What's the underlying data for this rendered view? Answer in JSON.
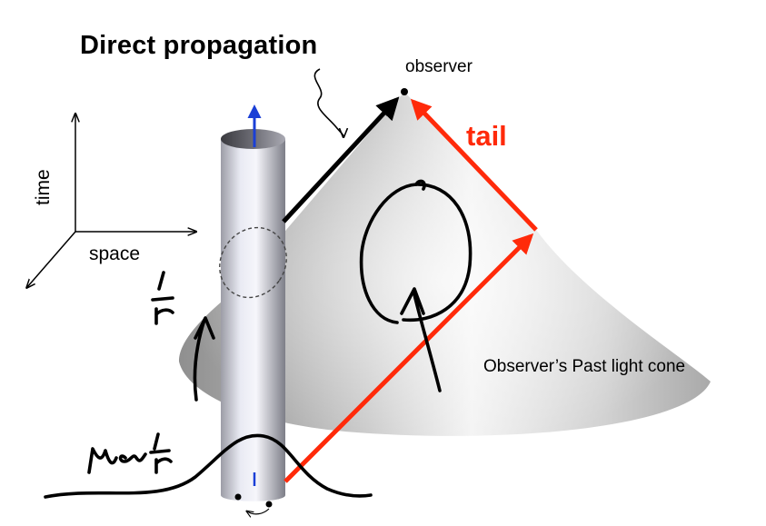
{
  "labels": {
    "title": "Direct propagation",
    "observer": "observer",
    "tail": "tail",
    "time_axis": "time",
    "space_axis": "space",
    "cone": "Observer’s Past light cone"
  },
  "colors": {
    "tail_arrow": "#ff2a0a",
    "direct_arrow": "#000000",
    "worldline_arrow": "#1a3fd6",
    "cone_light": "#f2f2f2",
    "cone_dark": "#a6a6a6",
    "cylinder_light": "#e8e9f3",
    "cylinder_dark": "#8c8d99"
  }
}
